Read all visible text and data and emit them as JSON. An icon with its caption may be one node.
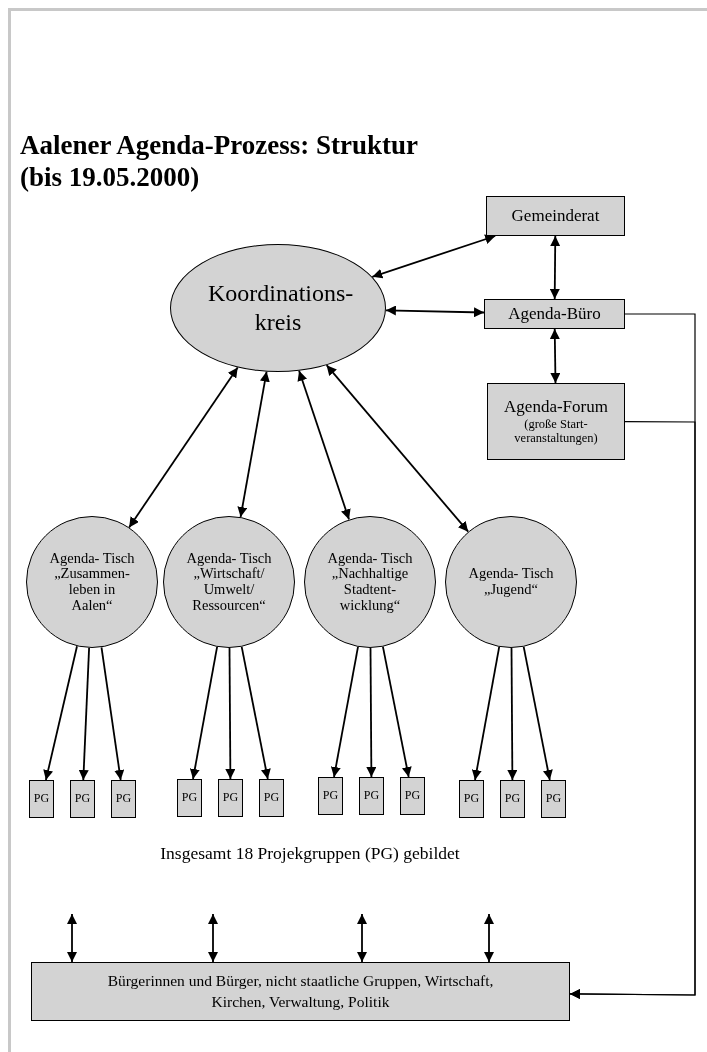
{
  "diagram": {
    "title": "Aalener Agenda-Prozess: Struktur (bis 19.05.2000)",
    "nodes": [
      {
        "text": [
          "Gemeinderat"
        ]
      },
      {
        "text": [
          "Koordinations- kreis"
        ]
      },
      {
        "text": [
          "Agenda-Büro"
        ]
      },
      {
        "text": [
          "Agenda-Forum",
          "(große Start- veranstaltungen)"
        ]
      },
      {
        "text": [
          "Agenda- Tisch „Zusammen- leben in Aalen“"
        ]
      },
      {
        "text": [
          "Agenda- Tisch „Wirtschaft/ Umwelt/ Ressourcen“"
        ]
      },
      {
        "text": [
          "Agenda- Tisch „Nachhaltige Stadtent- wicklung“"
        ]
      },
      {
        "text": [
          "Agenda- Tisch „Jugend“"
        ]
      },
      {
        "text": [
          "PG"
        ]
      },
      {
        "text": [
          "PG"
        ]
      },
      {
        "text": [
          "PG"
        ]
      },
      {
        "text": [
          "PG"
        ]
      },
      {
        "text": [
          "PG"
        ]
      },
      {
        "text": [
          "PG"
        ]
      },
      {
        "text": [
          "PG"
        ]
      },
      {
        "text": [
          "PG"
        ]
      },
      {
        "text": [
          "PG"
        ]
      },
      {
        "text": [
          "PG"
        ]
      },
      {
        "text": [
          "PG"
        ]
      },
      {
        "text": [
          "PG"
        ]
      },
      {
        "text": [
          "Bürgerinnen und Bürger, nicht staatliche Gruppen, Wirtschaft, Kirchen, Verwaltung, Politik"
        ]
      }
    ],
    "edges": [
      {
        "from": 1,
        "to": 0,
        "arrow": "both"
      },
      {
        "from": 0,
        "to": 2,
        "arrow": "both"
      },
      {
        "from": 1,
        "to": 2,
        "arrow": "both"
      },
      {
        "from": 2,
        "to": 3,
        "arrow": "both"
      },
      {
        "from": 1,
        "to": 4,
        "arrow": "both"
      },
      {
        "from": 1,
        "to": 5,
        "arrow": "both"
      },
      {
        "from": 1,
        "to": 6,
        "arrow": "both"
      },
      {
        "from": 1,
        "to": 7,
        "arrow": "both"
      },
      {
        "from": 4,
        "to": 8,
        "arrow": "to"
      },
      {
        "from": 4,
        "to": 9,
        "arrow": "to"
      },
      {
        "from": 4,
        "to": 10,
        "arrow": "to"
      },
      {
        "from": 5,
        "to": 11,
        "arrow": "to"
      },
      {
        "from": 5,
        "to": 12,
        "arrow": "to"
      },
      {
        "from": 5,
        "to": 13,
        "arrow": "to"
      },
      {
        "from": 6,
        "to": 14,
        "arrow": "to"
      },
      {
        "from": 6,
        "to": 15,
        "arrow": "to"
      },
      {
        "from": 6,
        "to": 16,
        "arrow": "to"
      },
      {
        "from": 7,
        "to": 17,
        "arrow": "to"
      },
      {
        "from": 7,
        "to": 18,
        "arrow": "to"
      },
      {
        "from": 7,
        "to": 19,
        "arrow": "to"
      },
      {
        "from": null,
        "to": 20,
        "arrow": "both"
      },
      {
        "from": null,
        "to": 20,
        "arrow": "both"
      },
      {
        "from": null,
        "to": 20,
        "arrow": "both"
      },
      {
        "from": null,
        "to": 20,
        "arrow": "both"
      },
      {
        "from": 2,
        "to": 20,
        "arrow": "to"
      },
      {
        "from": 3,
        "to": 20,
        "arrow": "to"
      }
    ],
    "labels": [
      "Insgesamt 18 Projekgruppen (PG) gebildet"
    ]
  }
}
